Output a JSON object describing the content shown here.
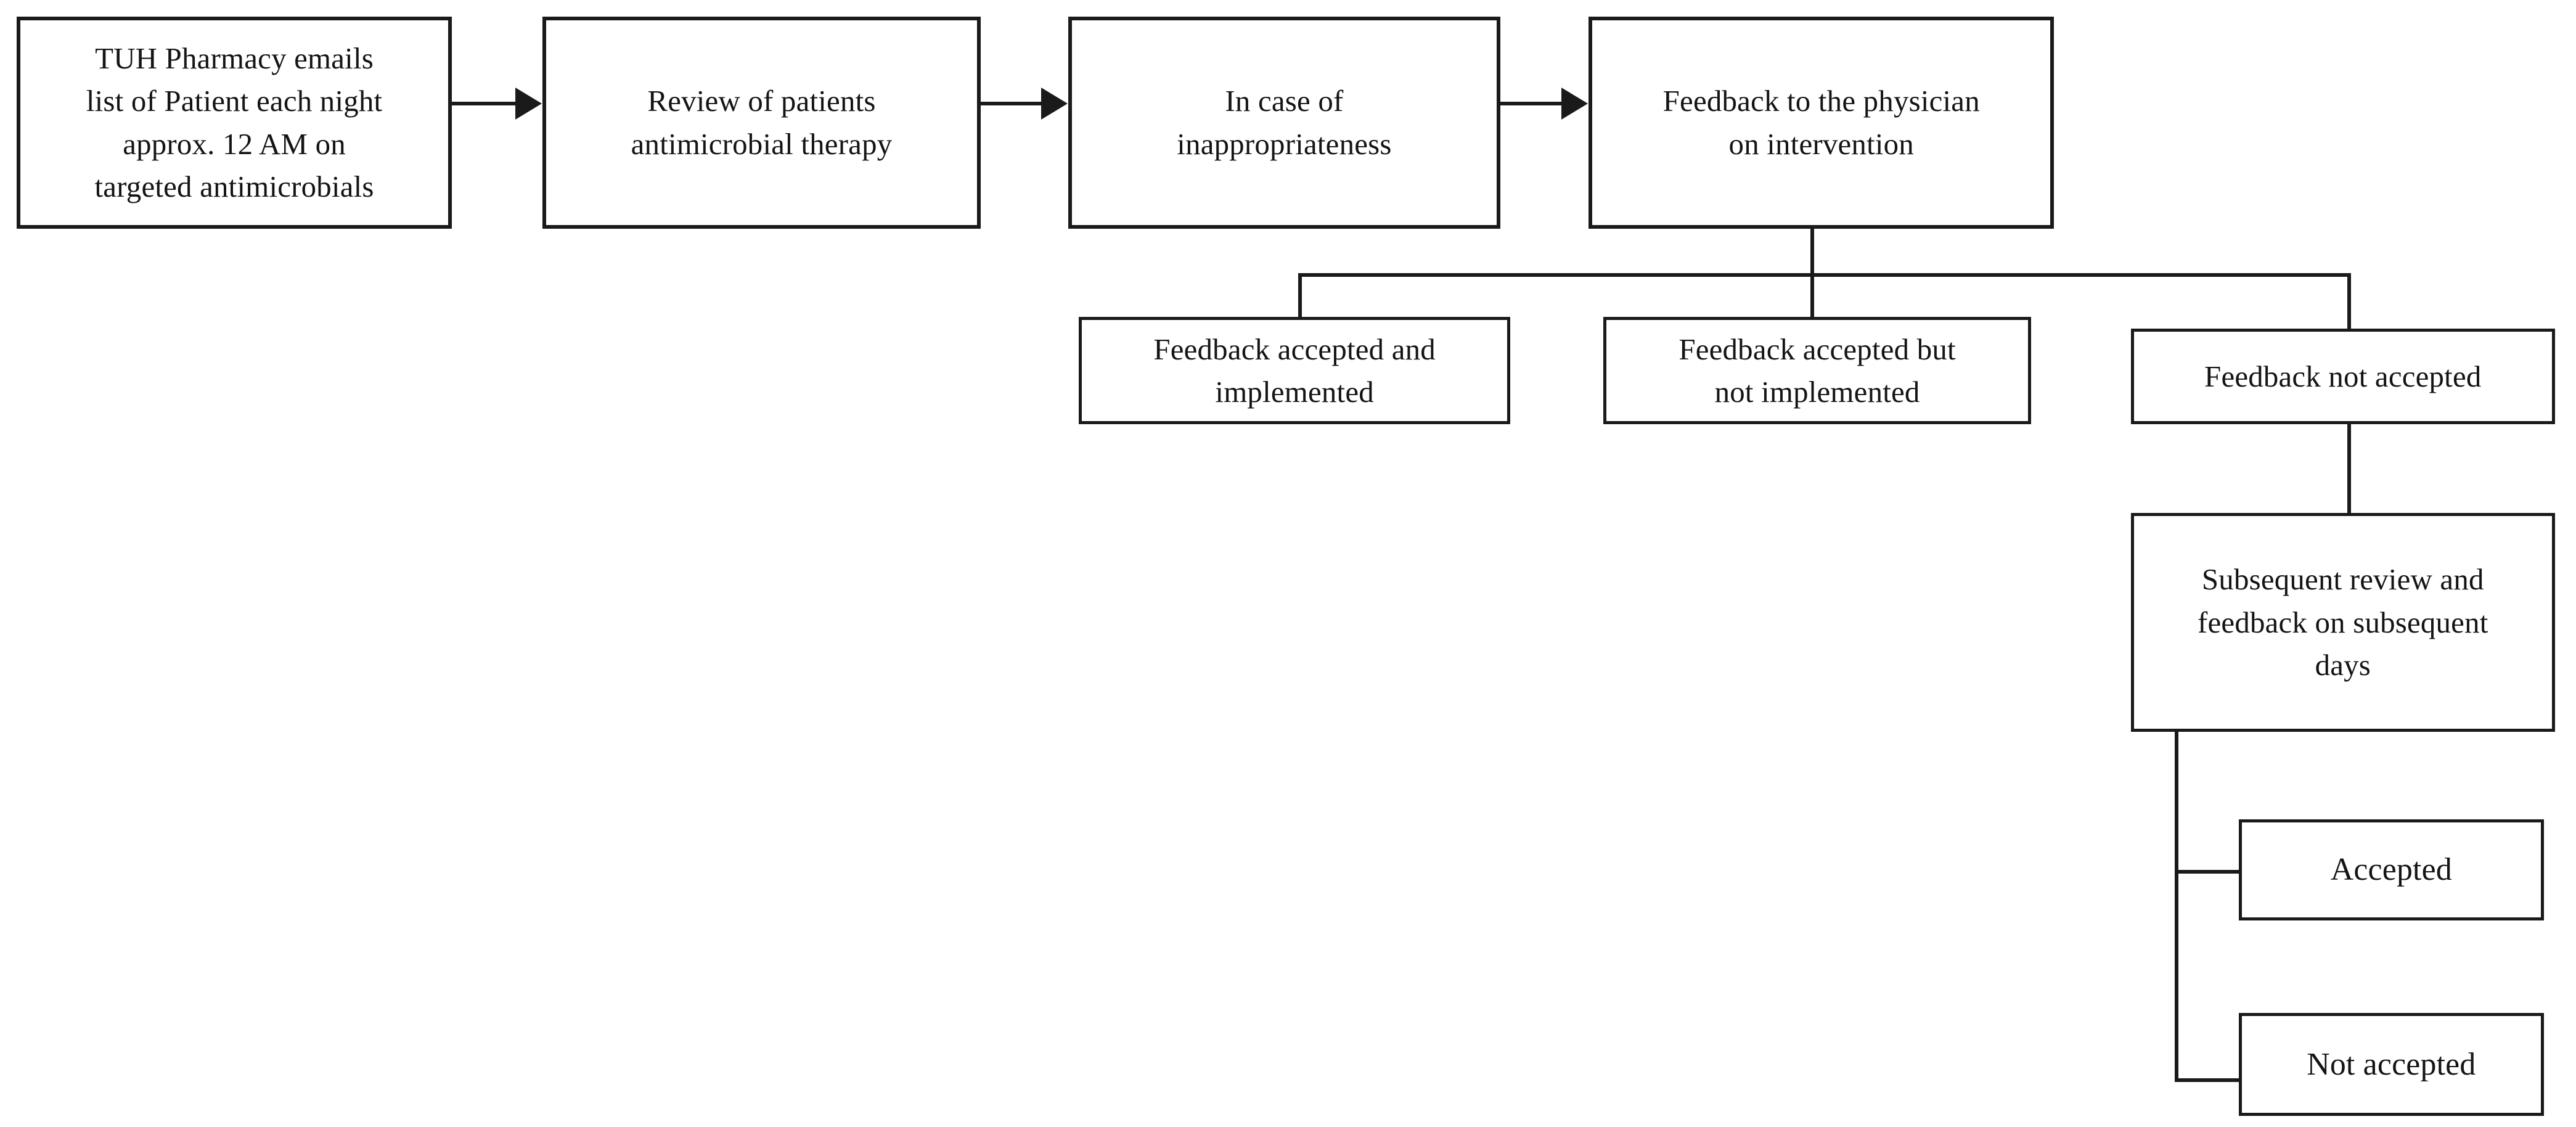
{
  "figure": {
    "type": "flowchart",
    "background": "#ffffff",
    "ink_color": "#1a1a1a",
    "nodes": {
      "pharmacy_email": {
        "label": "TUH Pharmacy emails list of Patient each night approx. 12 AM on targeted antimicrobials",
        "lines": [
          "TUH Pharmacy emails",
          "list of Patient each night",
          "approx. 12 AM on",
          "targeted antimicrobials"
        ]
      },
      "review_therapy": {
        "label": "Review of patients antimicrobial therapy",
        "lines": [
          "Review of patients",
          "antimicrobial therapy"
        ]
      },
      "inappropriateness": {
        "label": "In case of inappropriateness",
        "lines": [
          "In case of",
          "inappropriateness"
        ]
      },
      "feedback_physician": {
        "label": "Feedback to the physician on intervention",
        "lines": [
          "Feedback to the physician",
          "on intervention"
        ]
      },
      "accepted_implemented": {
        "label": "Feedback accepted and implemented",
        "lines": [
          "Feedback accepted and",
          "implemented"
        ]
      },
      "accepted_not_implemented": {
        "label": "Feedback accepted but not implemented",
        "lines": [
          "Feedback accepted but",
          "not implemented"
        ]
      },
      "feedback_not_accepted": {
        "label": "Feedback not accepted",
        "lines": [
          "Feedback not accepted"
        ]
      },
      "subsequent_review": {
        "label": "Subsequent review and feedback on subsequent days",
        "lines": [
          "Subsequent review and",
          "feedback on subsequent",
          "days"
        ]
      },
      "accepted": {
        "label": "Accepted",
        "lines": [
          "Accepted"
        ]
      },
      "not_accepted": {
        "label": "Not accepted",
        "lines": [
          "Not accepted"
        ]
      }
    },
    "edges": [
      {
        "from": "pharmacy_email",
        "to": "review_therapy",
        "style": "arrow"
      },
      {
        "from": "review_therapy",
        "to": "inappropriateness",
        "style": "arrow"
      },
      {
        "from": "inappropriateness",
        "to": "feedback_physician",
        "style": "arrow"
      },
      {
        "from": "feedback_physician",
        "to": "accepted_implemented",
        "style": "line"
      },
      {
        "from": "feedback_physician",
        "to": "accepted_not_implemented",
        "style": "line"
      },
      {
        "from": "feedback_physician",
        "to": "feedback_not_accepted",
        "style": "line"
      },
      {
        "from": "feedback_not_accepted",
        "to": "subsequent_review",
        "style": "line"
      },
      {
        "from": "subsequent_review",
        "to": "accepted",
        "style": "line"
      },
      {
        "from": "subsequent_review",
        "to": "not_accepted",
        "style": "line"
      }
    ]
  }
}
